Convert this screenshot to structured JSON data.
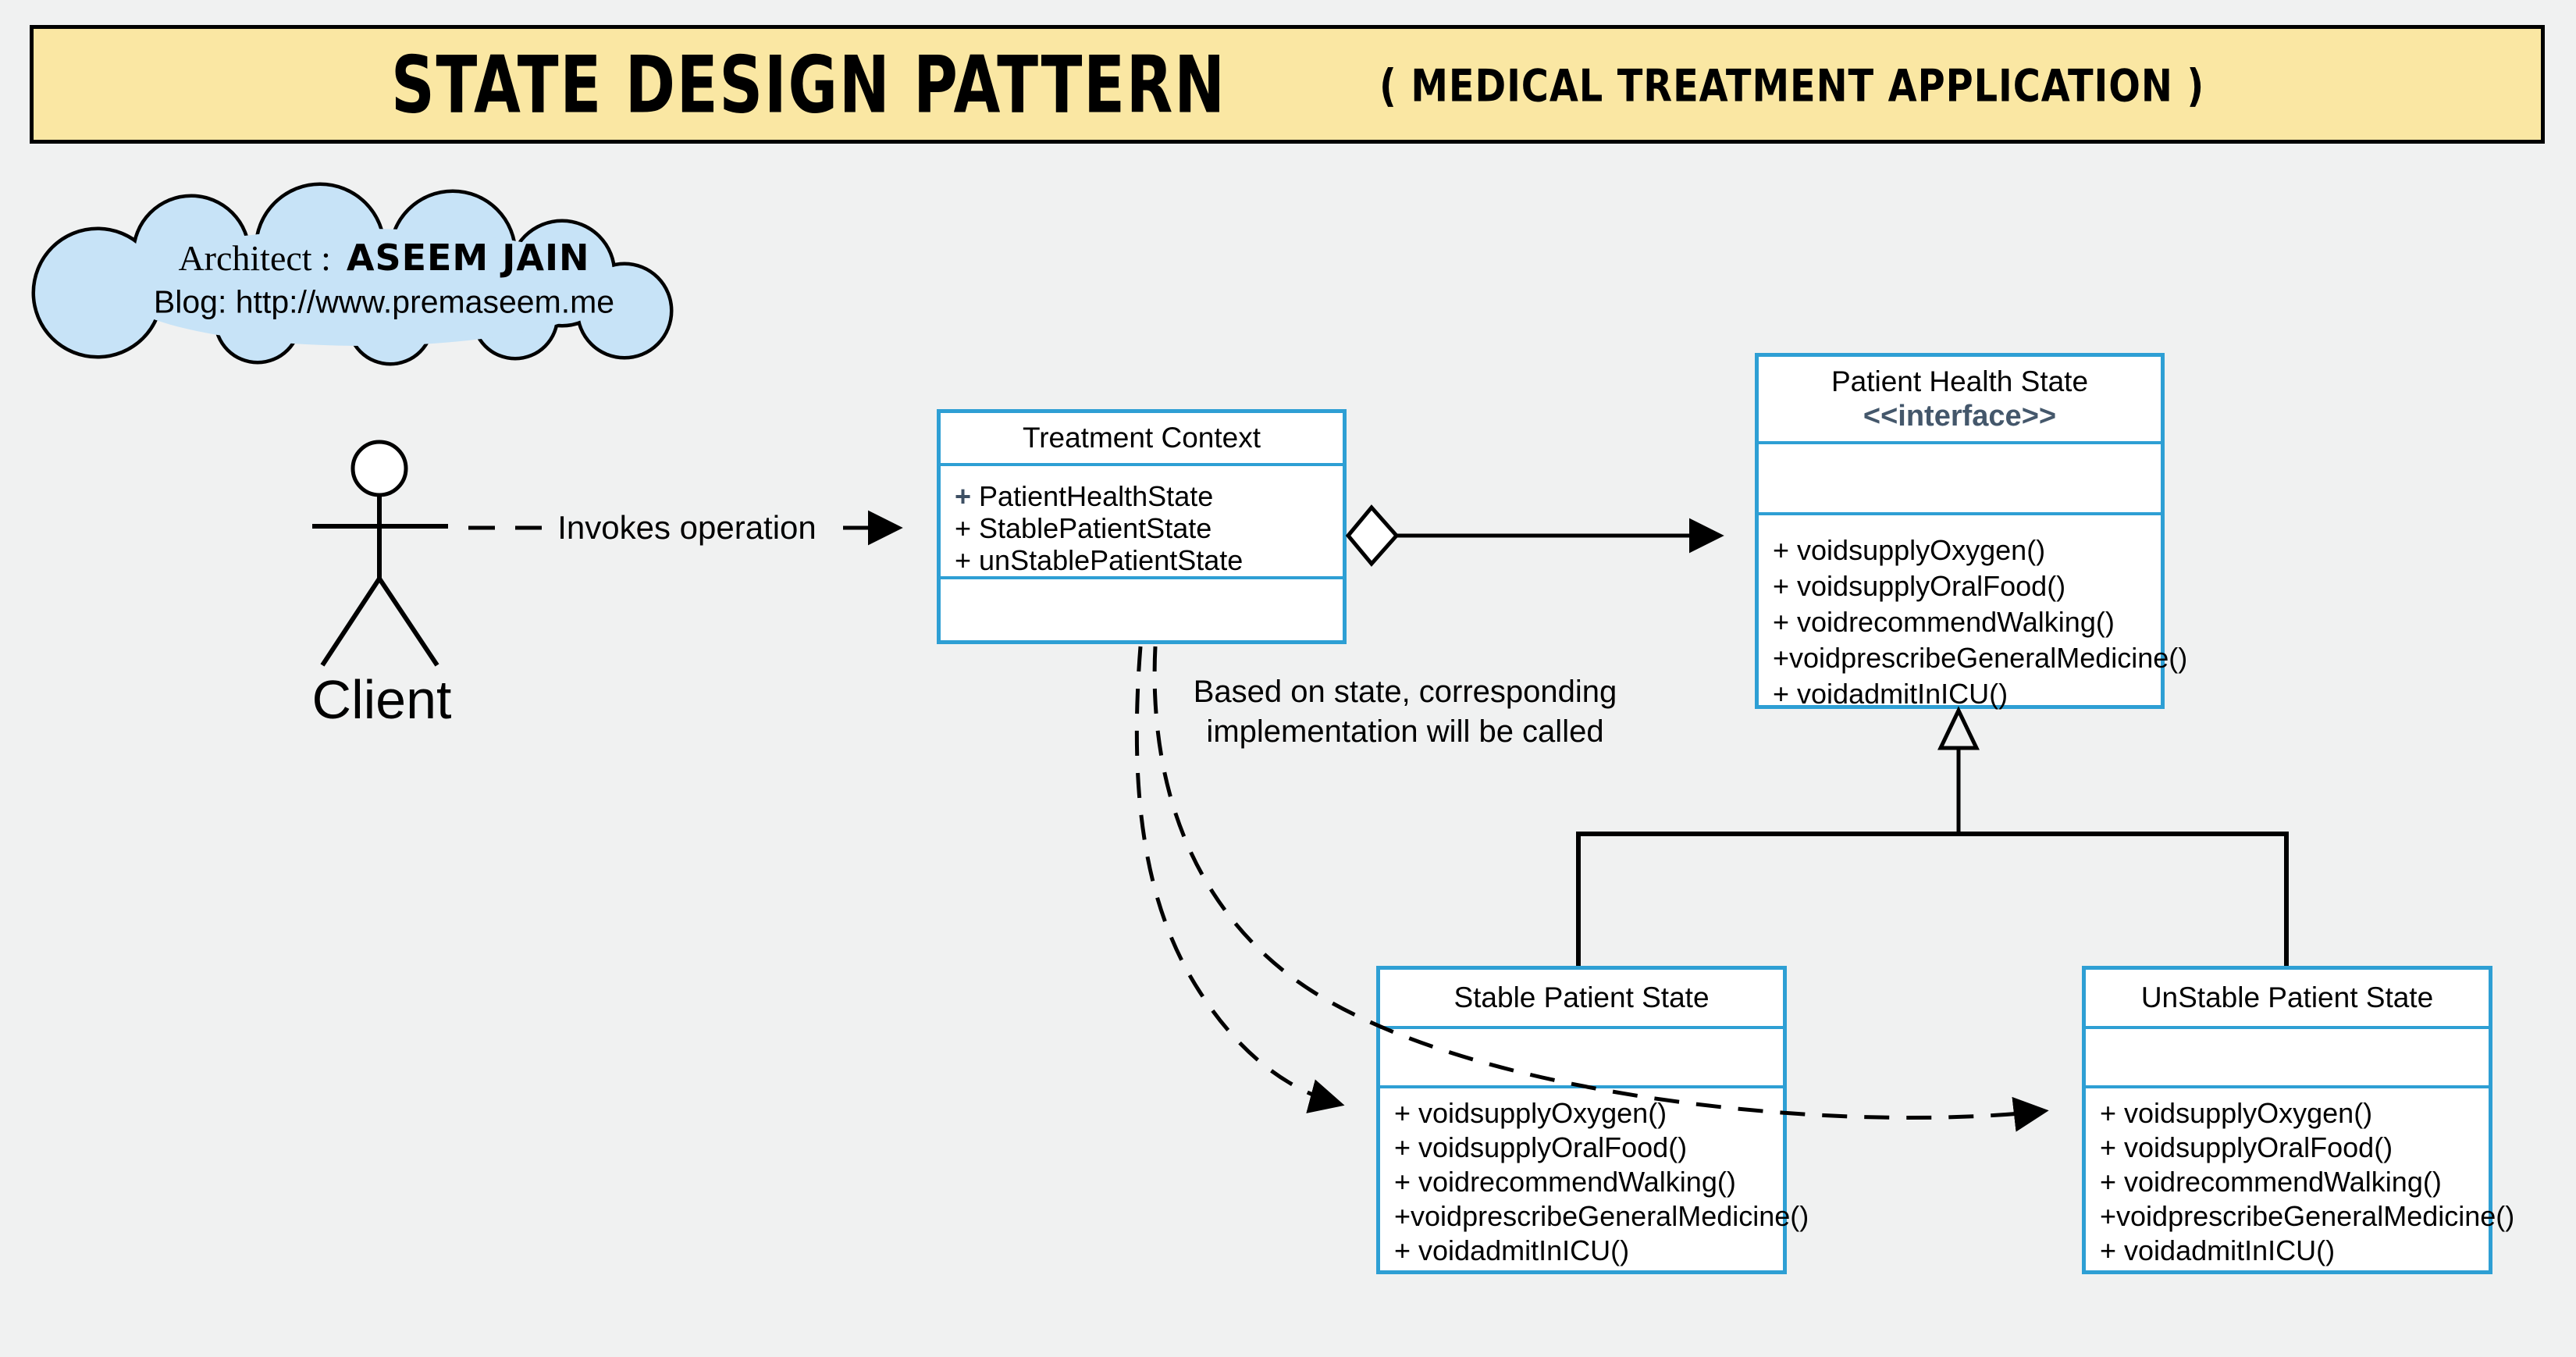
{
  "canvas": {
    "background": "#f0f1f1"
  },
  "banner": {
    "title": "STATE DESIGN PATTERN",
    "subtitle": "( MEDICAL TREATMENT APPLICATION )",
    "bg_color": "#fae7a3",
    "border_color": "#000000"
  },
  "cloud": {
    "prefix": "Architect :",
    "architect_name": "ASEEM JAIN",
    "blog": "Blog: http://www.premaseem.me",
    "bg_color": "#c7e3f7"
  },
  "actor": {
    "label": "Client"
  },
  "labels": {
    "invokes": "Invokes operation",
    "note_line1": "Based on state, corresponding",
    "note_line2": "implementation will be called"
  },
  "colors": {
    "class_border": "#2e9fd4",
    "interface_text": "#44576b",
    "connector": "#000000"
  },
  "classes": {
    "treatment_context": {
      "title": "Treatment Context",
      "fields": [
        "+ PatientHealthState",
        "+ StablePatientState",
        "+ unStablePatientState"
      ]
    },
    "patient_health_state": {
      "title": "Patient Health State",
      "stereotype": "<<interface>>",
      "methods": [
        "+ voidsupplyOxygen()",
        "+ voidsupplyOralFood()",
        "+ voidrecommendWalking()",
        "+voidprescribeGeneralMedicine()",
        "+ voidadmitInICU()"
      ]
    },
    "stable_patient_state": {
      "title": "Stable Patient State",
      "methods": [
        "+ voidsupplyOxygen()",
        "+ voidsupplyOralFood()",
        "+ voidrecommendWalking()",
        "+voidprescribeGeneralMedicine()",
        "+ voidadmitInICU()"
      ]
    },
    "unstable_patient_state": {
      "title": "UnStable Patient State",
      "methods": [
        "+ voidsupplyOxygen()",
        "+ voidsupplyOralFood()",
        "+ voidrecommendWalking()",
        "+voidprescribeGeneralMedicine()",
        "+ voidadmitInICU()"
      ]
    }
  }
}
